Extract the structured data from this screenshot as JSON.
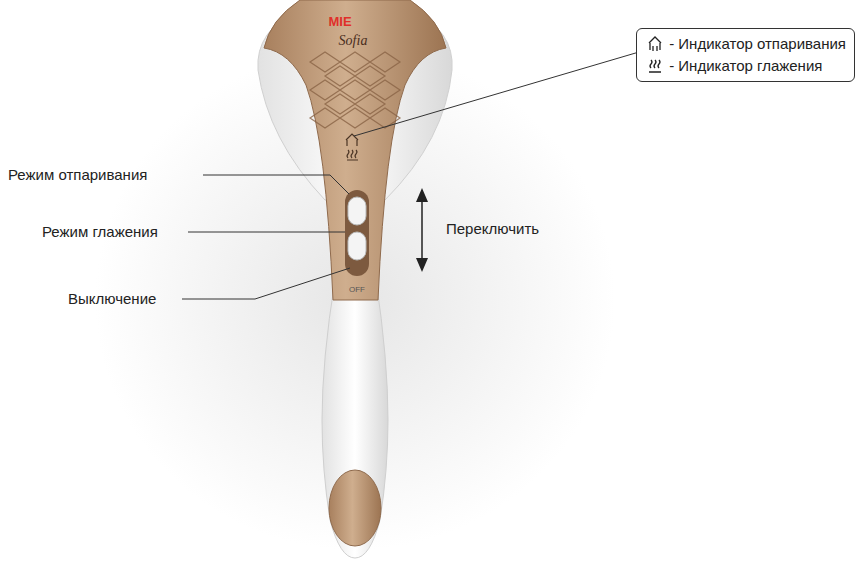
{
  "diagram": {
    "labels": [
      "MIE",
      "Sofia",
      "OFF",
      "Режим отпаривания",
      "Режим глажения",
      "Выключение",
      "Переключить"
    ],
    "legend": [
      {
        "text": "- Индикатор отпаривания"
      },
      {
        "text": "- Индикатор глажения"
      }
    ]
  }
}
